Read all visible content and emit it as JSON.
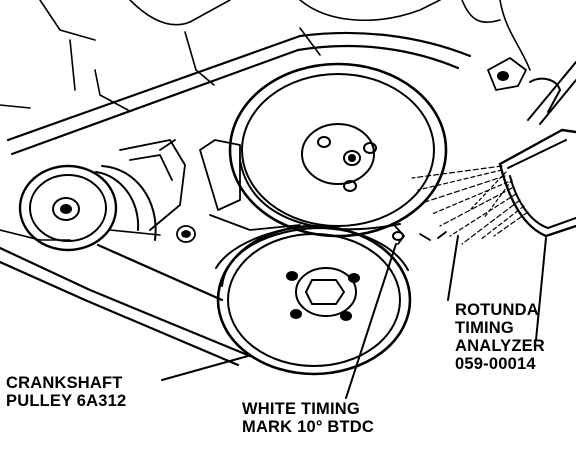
{
  "labels": {
    "analyzer": {
      "line1": "ROTUNDA",
      "line2": "TIMING",
      "line3": "ANALYZER",
      "line4": "059-00014"
    },
    "crankshaft": {
      "line1": "CRANKSHAFT",
      "line2": "PULLEY 6A312"
    },
    "timing_mark": {
      "line1": "WHITE TIMING",
      "line2": "MARK 10° BTDC"
    }
  },
  "colors": {
    "ink": "#000000",
    "paper": "#ffffff"
  }
}
